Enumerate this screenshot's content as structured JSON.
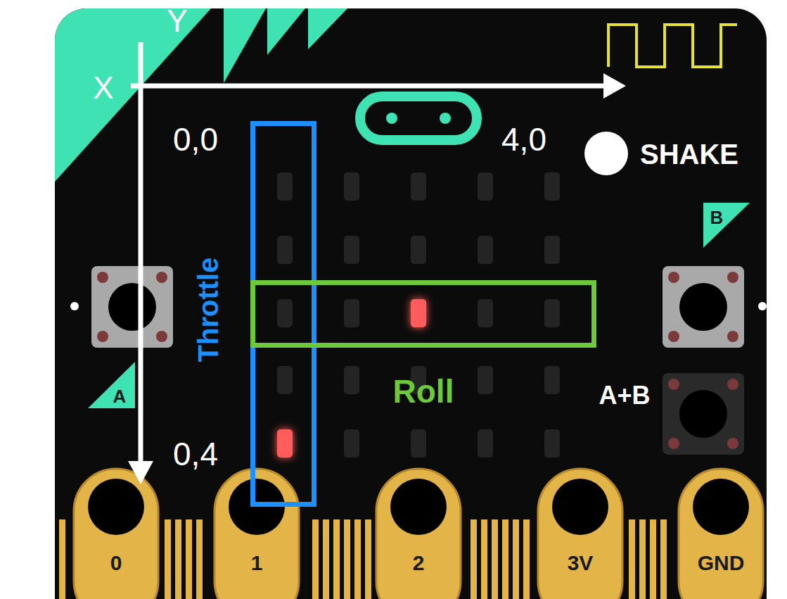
{
  "diagram": {
    "nodes": [
      {
        "text": [
          "Throttle"
        ]
      },
      {
        "text": [
          "Roll"
        ]
      }
    ],
    "labels": [
      "Y",
      "X",
      "0,0",
      "4,0",
      "SHAKE",
      "B",
      "A",
      "A+B",
      "0,4",
      "0",
      "1",
      "2",
      "3V",
      "GND"
    ]
  }
}
